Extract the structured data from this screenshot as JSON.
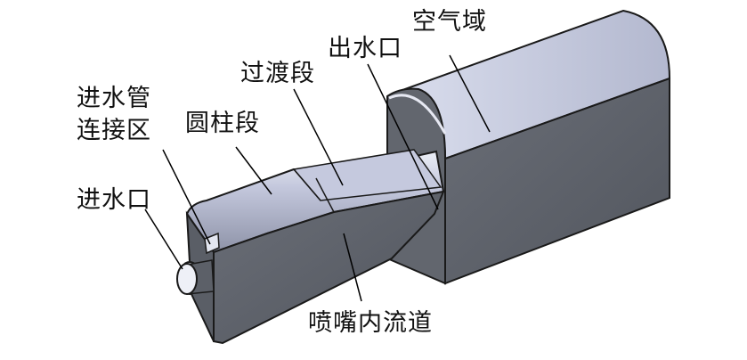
{
  "diagram": {
    "labels": {
      "air_domain": "空气域",
      "outlet": "出水口",
      "transition_section": "过渡段",
      "inlet_pipe_connection_line1": "进水管",
      "inlet_pipe_connection_line2": "连接区",
      "cylinder_section": "圆柱段",
      "inlet": "进水口",
      "nozzle_inner_channel": "喷嘴内流道"
    },
    "colors": {
      "face_top": "#c7cbe0",
      "face_front": "#5d6169",
      "face_side": "#6b6f78",
      "edge": "#1a1a1a",
      "leader": "#000000"
    }
  }
}
